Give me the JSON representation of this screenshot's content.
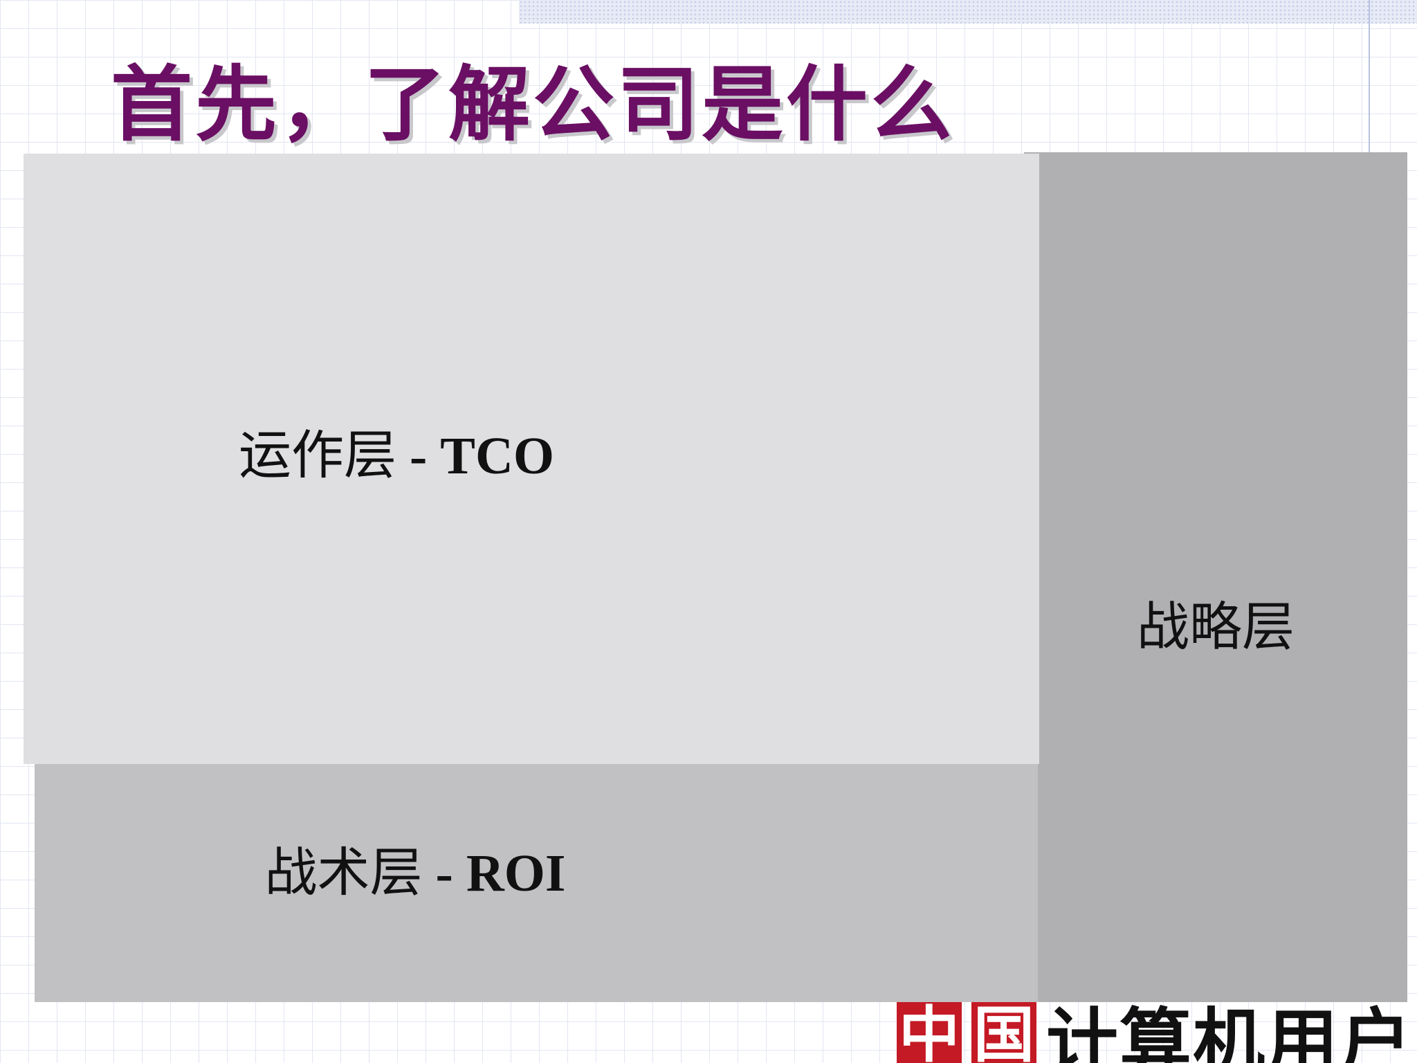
{
  "slide": {
    "title": "首先，了解公司是什么"
  },
  "layers": {
    "operational": {
      "name": "运作层",
      "separator": " - ",
      "metric": "TCO",
      "color": "#dfdee1"
    },
    "tactical": {
      "name": "战术层",
      "separator": " - ",
      "metric": "ROI",
      "color": "#c1c0c3"
    },
    "strategic": {
      "name": "战略层",
      "color": "#b0afb2"
    }
  },
  "logo": {
    "glyph_1": "中",
    "glyph_2": "国",
    "text": "计算机用户",
    "brand_color": "#c41a25"
  },
  "colors": {
    "title": "#6a0f63"
  }
}
